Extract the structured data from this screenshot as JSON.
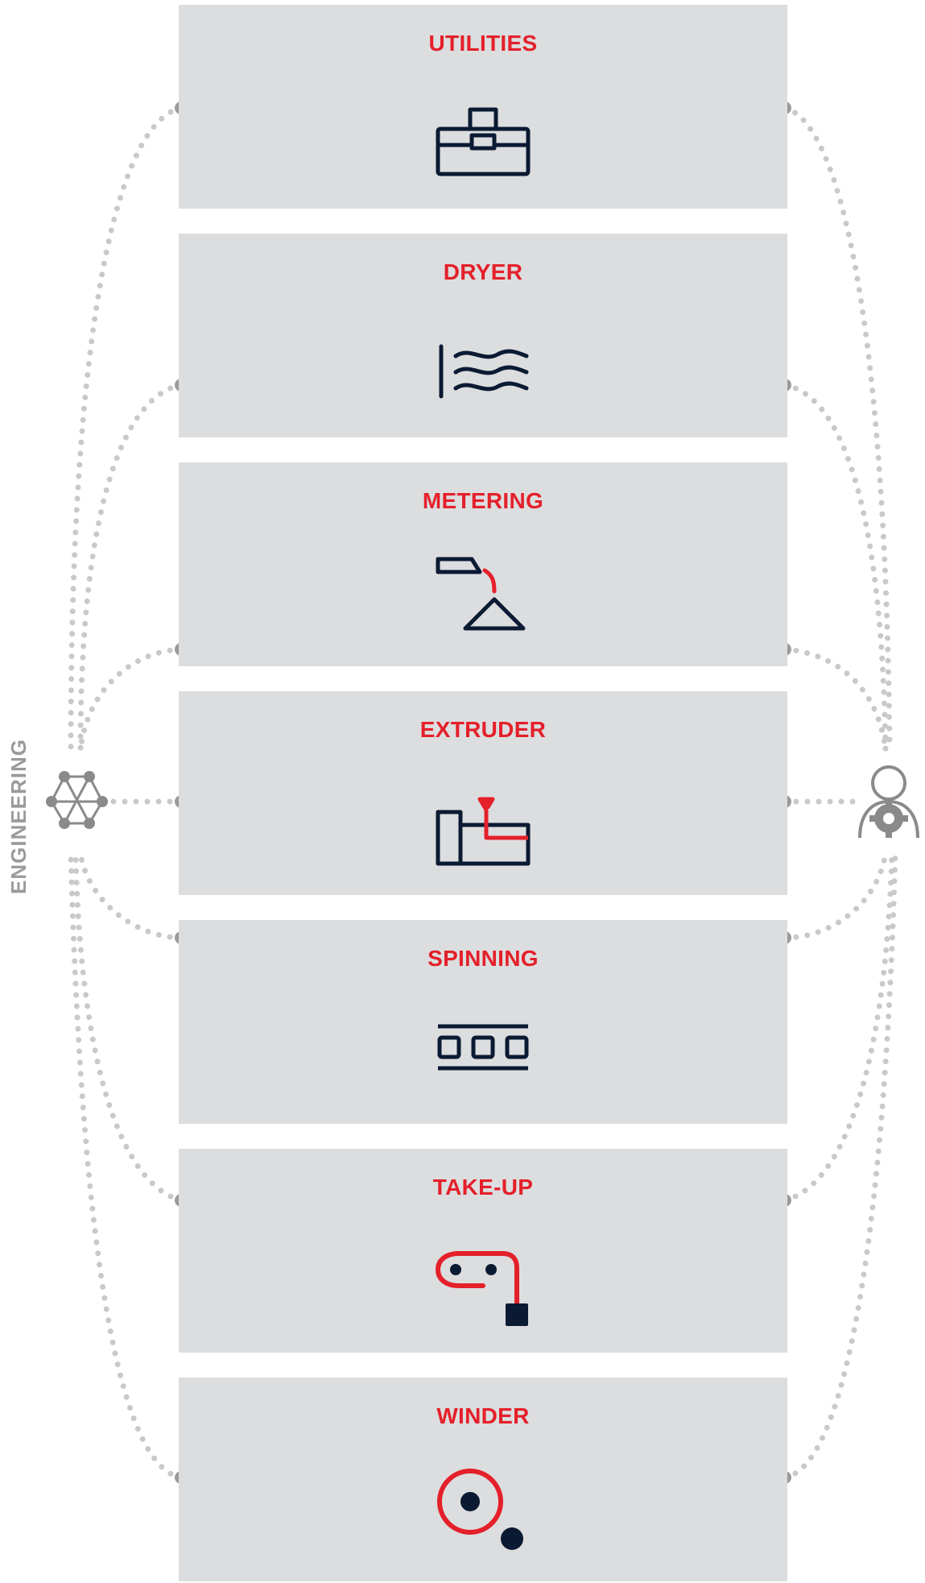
{
  "side_label": "ENGINEERING",
  "colors": {
    "card_bg": "#dcdddf",
    "title": "#e4202a",
    "navy": "#0b1a33",
    "red": "#e4202a",
    "connector": "#c9c9c9",
    "node": "#9a9a9a"
  },
  "hubs": {
    "left_icon": "network-hexagon-icon",
    "right_icon": "person-gear-icon"
  },
  "stages": [
    {
      "title": "UTILITIES",
      "icon": "toolbox-icon"
    },
    {
      "title": "DRYER",
      "icon": "air-waves-icon"
    },
    {
      "title": "METERING",
      "icon": "metering-hopper-icon"
    },
    {
      "title": "EXTRUDER",
      "icon": "extruder-icon"
    },
    {
      "title": "SPINNING",
      "icon": "spinneret-icon"
    },
    {
      "title": "TAKE-UP",
      "icon": "take-up-rollers-icon"
    },
    {
      "title": "WINDER",
      "icon": "winder-bobbin-icon"
    }
  ]
}
